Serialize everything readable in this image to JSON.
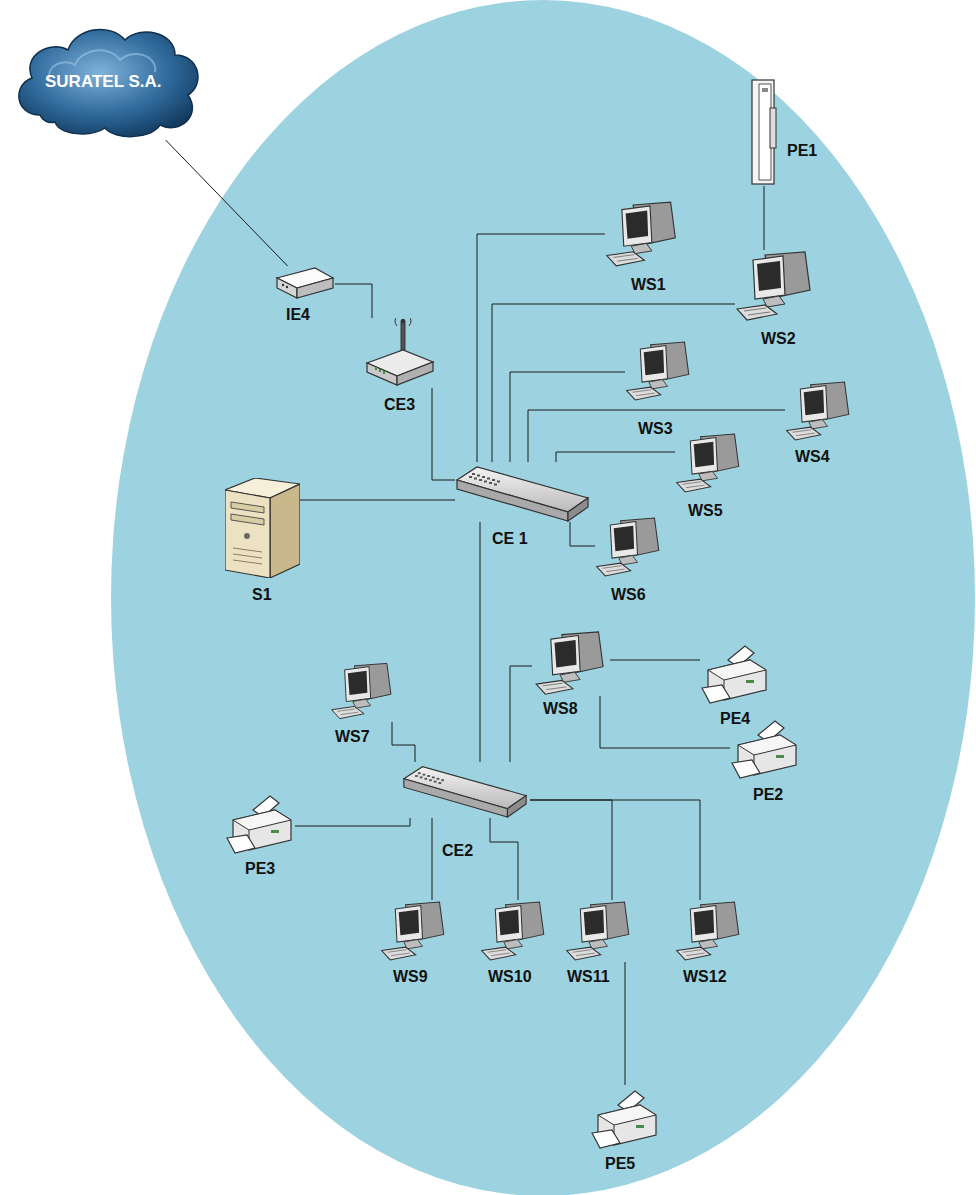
{
  "diagram": {
    "nodes": [
      {
        "text": [
          "SURATEL S.A."
        ]
      },
      {
        "text": [
          "PE1"
        ]
      },
      {
        "text": [
          "WS1"
        ]
      },
      {
        "text": [
          "IE4"
        ]
      },
      {
        "text": [
          "WS2"
        ]
      },
      {
        "text": [
          "CE3"
        ]
      },
      {
        "text": [
          "WS3"
        ]
      },
      {
        "text": [
          "WS4"
        ]
      },
      {
        "text": [
          "WS5"
        ]
      },
      {
        "text": [
          "CE 1"
        ]
      },
      {
        "text": [
          "S1"
        ]
      },
      {
        "text": [
          "WS6"
        ]
      },
      {
        "text": [
          "WS8"
        ]
      },
      {
        "text": [
          "PE4"
        ]
      },
      {
        "text": [
          "WS7"
        ]
      },
      {
        "text": [
          "PE2"
        ]
      },
      {
        "text": [
          "CE2"
        ]
      },
      {
        "text": [
          "PE3"
        ]
      },
      {
        "text": [
          "WS9"
        ]
      },
      {
        "text": [
          "WS10"
        ]
      },
      {
        "text": [
          "WS11"
        ]
      },
      {
        "text": [
          "WS12"
        ]
      },
      {
        "text": [
          "PE5"
        ]
      }
    ],
    "edges": [
      {
        "from": 0,
        "to": 3,
        "arrow": "none"
      },
      {
        "from": 3,
        "to": 5,
        "arrow": "none"
      },
      {
        "from": 5,
        "to": 9,
        "arrow": "none"
      },
      {
        "from": 9,
        "to": 2,
        "arrow": "none"
      },
      {
        "from": 9,
        "to": 4,
        "arrow": "none"
      },
      {
        "from": 1,
        "to": 4,
        "arrow": "none"
      },
      {
        "from": 9,
        "to": 6,
        "arrow": "none"
      },
      {
        "from": 9,
        "to": 7,
        "arrow": "none"
      },
      {
        "from": 9,
        "to": 8,
        "arrow": "none"
      },
      {
        "from": 9,
        "to": 11,
        "arrow": "none"
      },
      {
        "from": 9,
        "to": 10,
        "arrow": "none"
      },
      {
        "from": 9,
        "to": 16,
        "arrow": "none"
      },
      {
        "from": 16,
        "to": 14,
        "arrow": "none"
      },
      {
        "from": 16,
        "to": 17,
        "arrow": "none"
      },
      {
        "from": 16,
        "to": 12,
        "arrow": "none"
      },
      {
        "from": 12,
        "to": 13,
        "arrow": "none"
      },
      {
        "from": 12,
        "to": 15,
        "arrow": "none"
      },
      {
        "from": 16,
        "to": 18,
        "arrow": "none"
      },
      {
        "from": 16,
        "to": 19,
        "arrow": "none"
      },
      {
        "from": 16,
        "to": 20,
        "arrow": "none"
      },
      {
        "from": 16,
        "to": 21,
        "arrow": "none"
      },
      {
        "from": 20,
        "to": 22,
        "arrow": "none"
      }
    ]
  }
}
